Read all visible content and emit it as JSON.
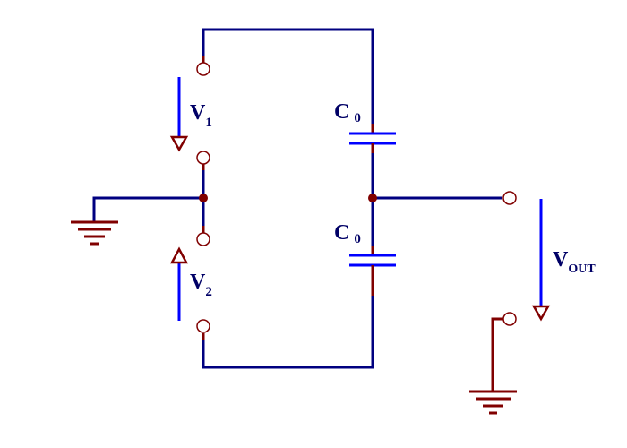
{
  "labels": {
    "v1": {
      "main": "V",
      "sub": "1"
    },
    "v2": {
      "main": "V",
      "sub": "2"
    },
    "c_top": {
      "main": "C",
      "sub": "0"
    },
    "c_bottom": {
      "main": "C",
      "sub": "0"
    },
    "vout": {
      "main": "V",
      "sub": "OUT"
    }
  },
  "colors": {
    "wire": "#000080",
    "terminal": "#800000",
    "capacitor": "#0000ff",
    "arrow": "#0000ff",
    "label": "#000066"
  },
  "icons": [
    "ground-icon",
    "terminal-icon",
    "capacitor-icon",
    "voltage-arrow-icon"
  ]
}
